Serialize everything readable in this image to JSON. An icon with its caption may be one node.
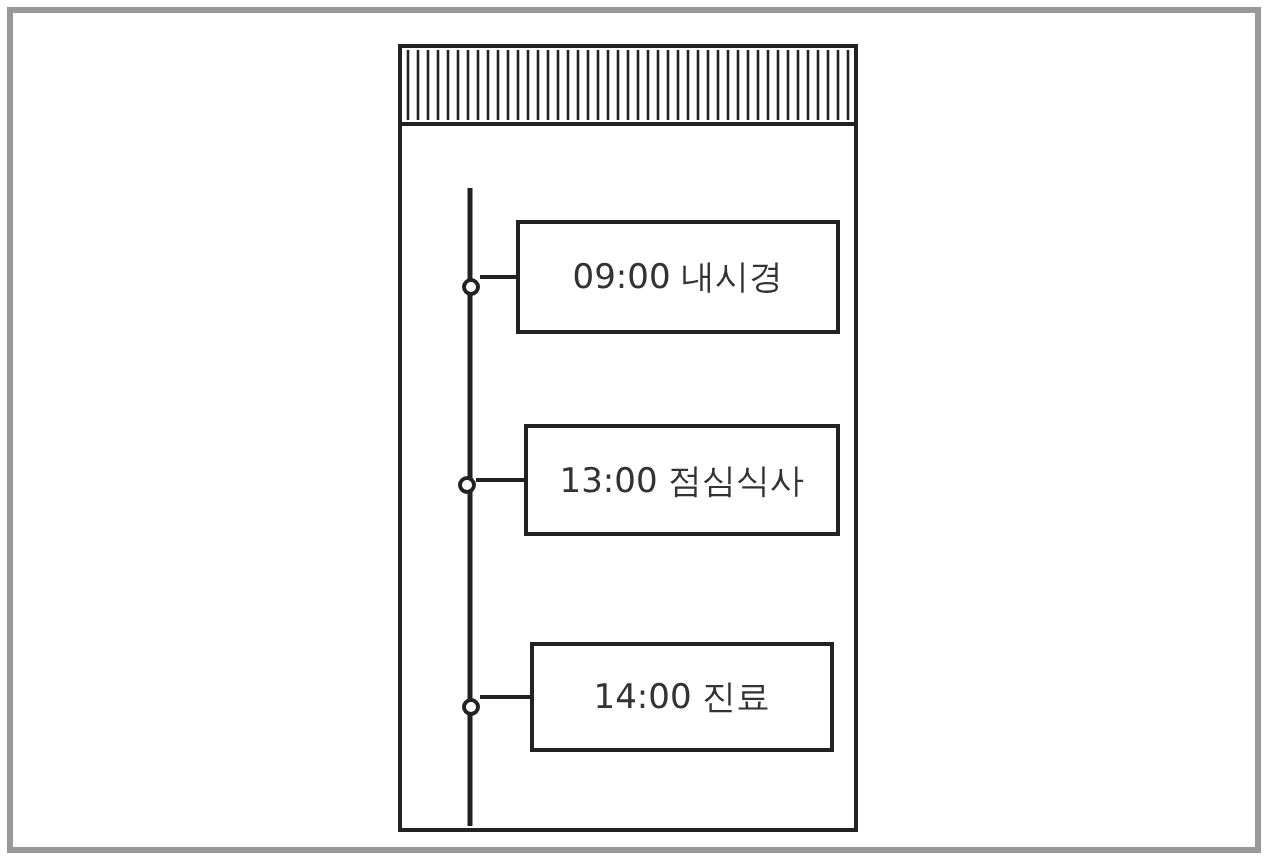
{
  "diagram": {
    "nodes": [
      {
        "text": [
          "09:00 내시경"
        ]
      },
      {
        "text": [
          "13:00 점심식사"
        ]
      },
      {
        "text": [
          "14:00 진료"
        ]
      },
      {
        "text": [],
        "shape": "circle"
      },
      {
        "text": [],
        "shape": "circle"
      },
      {
        "text": [],
        "shape": "circle"
      }
    ],
    "edges": [
      {
        "from": 3,
        "to": 0,
        "arrow": "none"
      },
      {
        "from": 4,
        "to": 1,
        "arrow": "none"
      },
      {
        "from": 5,
        "to": 2,
        "arrow": "none"
      }
    ]
  }
}
